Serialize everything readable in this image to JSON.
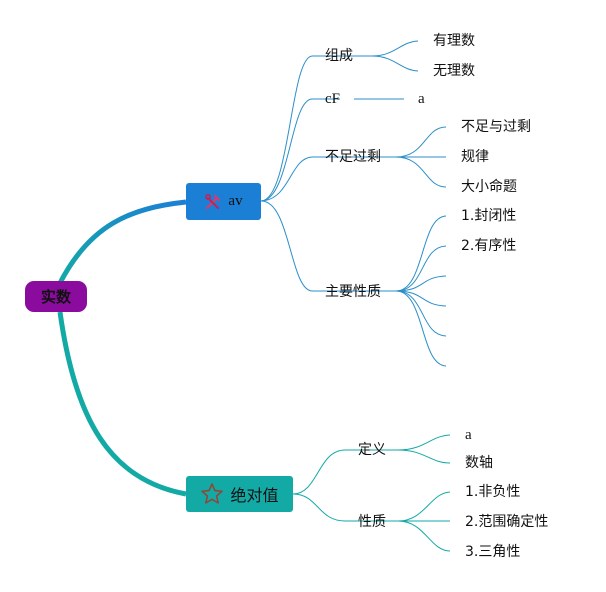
{
  "colors": {
    "root_fill": "#8a0b9e",
    "av_fill": "#1c7fd6",
    "abs_fill": "#13aaa6",
    "connector": "#2b8fc9"
  },
  "root": {
    "label": "实数"
  },
  "branches": [
    {
      "label": "av",
      "icon": "tools-icon",
      "children": [
        {
          "label": "组成",
          "children": [
            {
              "label": "有理数"
            },
            {
              "label": "无理数"
            }
          ]
        },
        {
          "label": "cF",
          "children": [
            {
              "label": "a"
            }
          ]
        },
        {
          "label": "不足过剩",
          "children": [
            {
              "label": "不足与过剩"
            },
            {
              "label": "规律"
            },
            {
              "label": "大小命题"
            }
          ]
        },
        {
          "label": "主要性质",
          "children": [
            {
              "label": "1.封闭性"
            },
            {
              "label": "2.有序性"
            },
            {
              "label": ""
            },
            {
              "label": ""
            },
            {
              "label": ""
            },
            {
              "label": ""
            }
          ]
        }
      ]
    },
    {
      "label": "绝对值",
      "icon": "star-icon",
      "children": [
        {
          "label": "定义",
          "children": [
            {
              "label": "a"
            },
            {
              "label": "数轴"
            }
          ]
        },
        {
          "label": "性质",
          "children": [
            {
              "label": "1.非负性"
            },
            {
              "label": "2.范围确定性"
            },
            {
              "label": "3.三角性"
            }
          ]
        }
      ]
    }
  ]
}
